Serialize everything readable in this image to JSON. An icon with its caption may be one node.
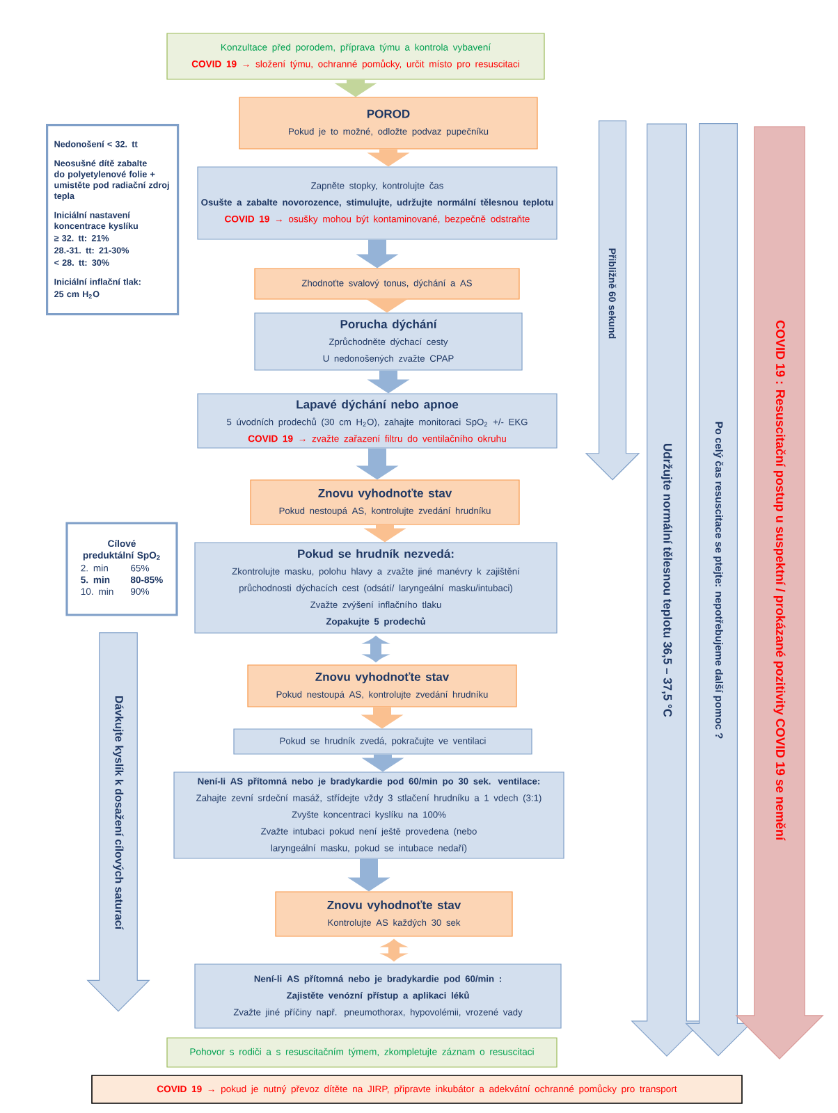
{
  "diagram": {
    "nodes": [
      {
        "text": [
          "Konzultace před porodem, příprava týmu a kontrola vybavení",
          "**COVID 19** → složení týmu, ochranné pomůcky, určit místo pro resuscitaci"
        ]
      },
      {
        "text": [
          "POROD",
          "Pokud je to možné, odložte podvaz pupečníku"
        ]
      },
      {
        "text": [
          "Zapněte stopky, kontrolujte čas",
          "Osušte a zabalte novorozence, stimulujte, udržujte normální tělesnou teplotu",
          "**COVID 19** → osušky mohou být kontaminované, bezpečně odstraňte"
        ]
      },
      {
        "text": [
          "Zhodnoťte svalový tonus, dýchání a AS"
        ]
      },
      {
        "text": [
          "Porucha dýchání",
          "Zprůchodněte dýchací cesty",
          "U nedonošených zvažte CPAP"
        ]
      },
      {
        "text": [
          "Lapavé dýchání nebo apnoe",
          "5 úvodních prodechů (30 cm H$_{2}$O), zahajte monitoraci SpO$_{2}$ +/- EKG",
          "**COVID 19** → zvažte zařazení filtru do ventilačního okruhu"
        ]
      },
      {
        "text": [
          "Znovu vyhodnoťte stav",
          "Pokud nestoupá AS, kontrolujte zvedání hrudníku"
        ]
      },
      {
        "text": [
          "Pokud se hrudník nezvedá:",
          "Zkontrolujte masku, polohu hlavy a zvažte jiné manévry k zajištění průchodnosti dýchacích cest (odsátí/ laryngeální masku/intubaci)",
          "Zvažte zvýšení inflačního tlaku",
          "Zopakujte 5 prodechů"
        ]
      },
      {
        "text": [
          "Znovu vyhodnoťte stav",
          "Pokud nestoupá AS, kontrolujte zvedání hrudníku"
        ]
      },
      {
        "text": [
          "Pokud se hrudník zvedá, pokračujte ve ventilaci"
        ]
      },
      {
        "text": [
          "Není-li AS přítomná nebo je bradykardie pod 60/min po 30 sek. ventilace:",
          "Zahajte zevní srdeční masáž, střídejte vždy 3 stlačení hrudníku a 1 vdech (3:1)",
          "Zvyšte koncentraci kyslíku na 100%",
          "Zvažte intubaci pokud není ještě provedena (nebo laryngeální masku, pokud se intubace nedaří)"
        ]
      },
      {
        "text": [
          "Znovu vyhodnoťte stav",
          "Kontrolujte AS každých 30 sek"
        ]
      },
      {
        "text": [
          "Není-li AS přítomná nebo je bradykardie pod 60/min :",
          "Zajistěte venózní přístup a aplikaci léků",
          "Zvažte jiné příčiny např. pneumothorax, hypovolémii, vrozené vady"
        ]
      },
      {
        "text": [
          "Pohovor s rodiči a s resuscitačním týmem, zkompletujte záznam o resuscitaci"
        ]
      },
      {
        "text": [
          "**COVID 19** → pokud je nutný převoz dítěte na JIRP, připravte inkubátor a adekvátní ochranné pomůcky pro transport"
        ]
      },
      {
        "text": [
          "Nedonošení < 32. tt",
          "Neosušné dítě zabalte do polyetylenové folie + umistěte pod radiační zdroj tepla",
          "Iniciální nastavení koncentrace kyslíku",
          "≥ 32. tt: 21%",
          "28.-31. tt: 21-30%",
          "< 28. tt: 30%",
          "Iniciální inflační tlak:",
          "25 cm H$_{2}$O"
        ]
      },
      {
        "text": [
          "Cílové preduktální SpO$_{2}$",
          "2. min",
          "65%",
          "5. min",
          "80-85%",
          "10. min",
          "90%"
        ]
      },
      {
        "text": [
          "Přibližně 60 sekund"
        ]
      },
      {
        "text": [
          "Udržujte normální tělesnou teplotu 36,5 – 37,5 °C"
        ]
      },
      {
        "text": [
          "Po celý čas resuscitace se ptejte: nepotřebujeme další pomoc ?"
        ]
      },
      {
        "text": [
          "**COVID 19** : Resuscitační postup u suspektní / prokázané pozitivity COVID 19 se nemění"
        ]
      },
      {
        "text": [
          "Dávkujte kyslík k dosažení cílových saturací"
        ]
      }
    ],
    "edges": [
      {
        "from": 0,
        "to": 1,
        "arrow": "to",
        "color": "#c3d69b"
      },
      {
        "from": 1,
        "to": 2,
        "arrow": "to",
        "color": "#fac090"
      },
      {
        "from": 2,
        "to": 3,
        "arrow": "to",
        "color": "#95b3d7"
      },
      {
        "from": 3,
        "to": 4,
        "arrow": "to",
        "color": "#fac090"
      },
      {
        "from": 4,
        "to": 5,
        "arrow": "to",
        "color": "#95b3d7"
      },
      {
        "from": 5,
        "to": 6,
        "arrow": "to",
        "color": "#95b3d7"
      },
      {
        "from": 6,
        "to": 7,
        "arrow": "to",
        "color": "#fac090"
      },
      {
        "from": 7,
        "to": 8,
        "arrow": "both",
        "color": "#95b3d7"
      },
      {
        "from": 8,
        "to": 9,
        "arrow": "to",
        "color": "#fac090"
      },
      {
        "from": 9,
        "to": 10,
        "arrow": "to",
        "color": "#95b3d7"
      },
      {
        "from": 10,
        "to": 11,
        "arrow": "to",
        "color": "#95b3d7"
      },
      {
        "from": 11,
        "to": 12,
        "arrow": "both",
        "color": "#fac090"
      }
    ]
  }
}
